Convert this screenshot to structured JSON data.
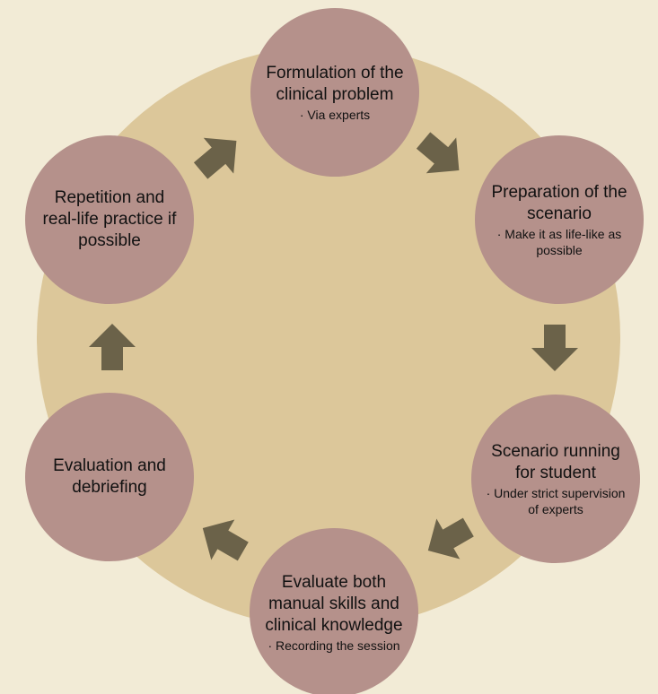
{
  "colors": {
    "background": "#F2EBD6",
    "ring": "#DCC79A",
    "node": "#B5918B",
    "arrow": "#6B6249"
  },
  "steps": [
    {
      "title": "Formulation of the clinical problem",
      "detail": "· Via experts"
    },
    {
      "title": "Preparation of the scenario",
      "detail": "· Make it as life-like as possible"
    },
    {
      "title": "Scenario running for student",
      "detail": "· Under strict supervision of experts"
    },
    {
      "title": "Evaluate both manual skills and clinical knowledge",
      "detail": "· Recording the session"
    },
    {
      "title": "Evaluation and debriefing",
      "detail": ""
    },
    {
      "title": "Repetition and real-life practice if possible",
      "detail": ""
    }
  ],
  "arrows": [
    {
      "from": "Formulation of the clinical problem",
      "to": "Preparation of the scenario"
    },
    {
      "from": "Preparation of the scenario",
      "to": "Scenario running for student"
    },
    {
      "from": "Scenario running for student",
      "to": "Evaluate both manual skills and clinical knowledge"
    },
    {
      "from": "Evaluate both manual skills and clinical knowledge",
      "to": "Evaluation and debriefing"
    },
    {
      "from": "Evaluation and debriefing",
      "to": "Repetition and real-life practice if possible"
    },
    {
      "from": "Repetition and real-life practice if possible",
      "to": "Formulation of the clinical problem"
    }
  ]
}
